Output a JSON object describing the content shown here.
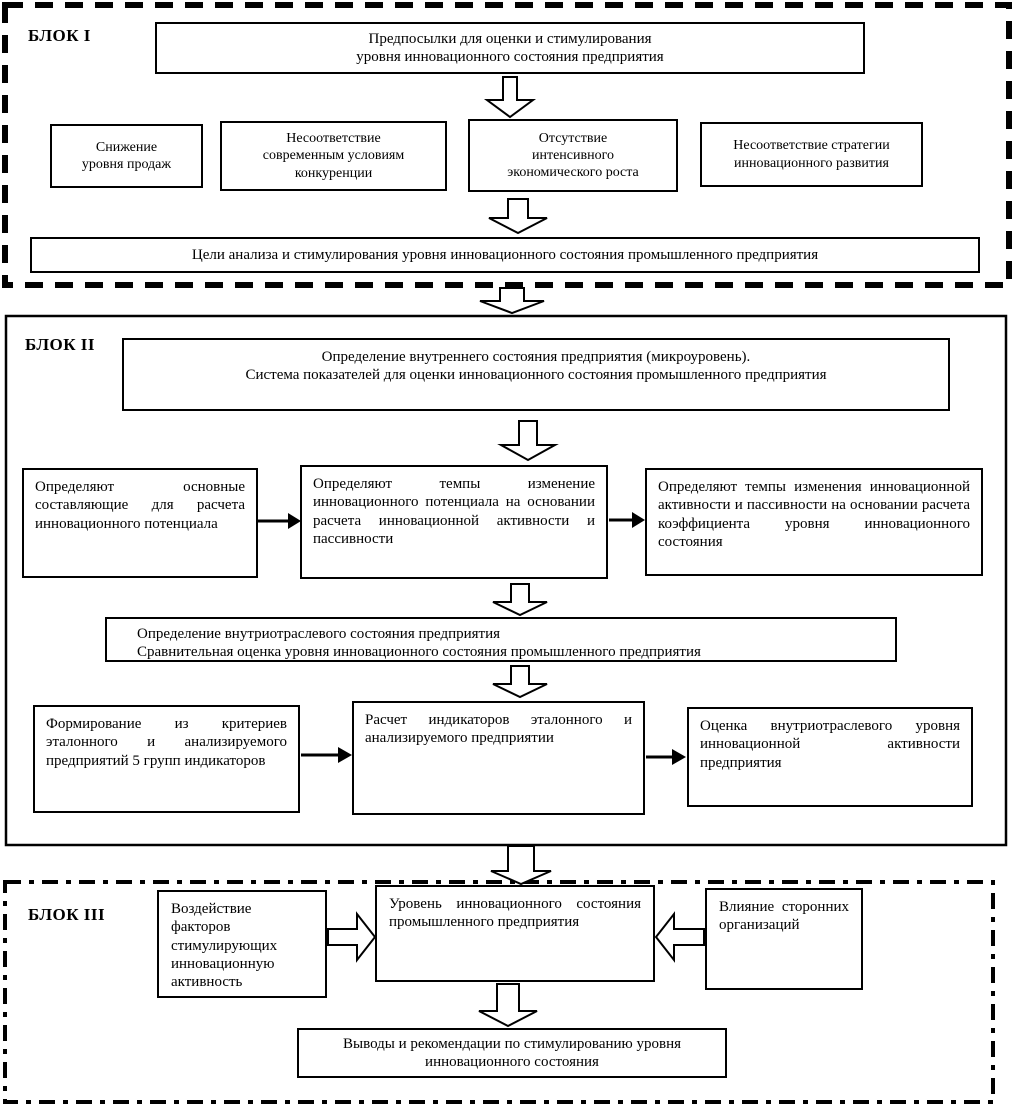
{
  "block1": {
    "label": "БЛОК I",
    "premises": "Предпосылки для оценки и стимулирования\nуровня инновационного состояния предприятия",
    "reasons": [
      "Снижение\nуровня продаж",
      "Несоответствие\nсовременным условиям\nконкуренции",
      "Отсутствие\nинтенсивного\nэкономического роста",
      "Несоответствие стратегии\nинновационного развития"
    ],
    "goals": "Цели анализа и стимулирования уровня инновационного состояния промышленного предприятия"
  },
  "block2": {
    "label": "БЛОК II",
    "header": "Определение внутреннего состояния предприятия (микроуровень).\nСистема показателей для оценки инновационного состояния промышленного предприятия",
    "row1": [
      "Определяют основные составляющие для расчета инновационного потенциала",
      "Определяют темпы изменение инновационного потенциала на основании расчета инновационной активности и пассивности",
      "Определяют темпы изменения инновационной активности и пассивности на основании расчета коэффициента уровня инновационного состояния"
    ],
    "comparison": "Определение внутриотраслевого состояния предприятия\nСравнительная оценка уровня  инновационного состояния промышленного предприятия",
    "row2": [
      "Формирование из критериев эталонного и анализируемого предприятий 5 групп индикаторов",
      "Расчет индикаторов эталонного и анализируемого предприятии",
      "Оценка внутриотраслевого уровня инновационной активности предприятия"
    ]
  },
  "block3": {
    "label": "БЛОК III",
    "left_factor": "Воздействие факторов стимулирующих инновационную активность",
    "center": "Уровень инновационного состояния промышленного предприятия",
    "right_factor": "Влияние сторонних организаций",
    "conclusion": "Выводы и рекомендации по стимулированию уровня\nинновационного состояния"
  }
}
